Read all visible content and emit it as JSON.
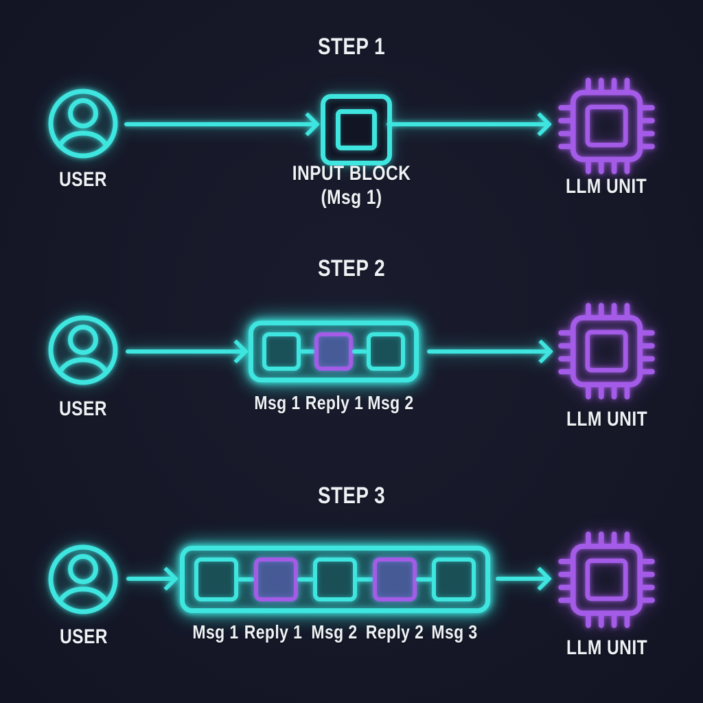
{
  "colors": {
    "background": "#161828",
    "cyan_accent": "#3FE6E0",
    "purple_accent": "#A45CE8",
    "reply_fill": "rgba(116,48,184,0.42)",
    "text": "#EEF2F5"
  },
  "icons": {
    "user": "user-icon",
    "llm": "chip-icon",
    "flow": "arrow-right-icon"
  },
  "steps": [
    {
      "title": "STEP 1",
      "user_label": "USER",
      "block": {
        "line1": "INPUT BLOCK",
        "line2": "(Msg 1)"
      },
      "llm_label": "LLM UNIT"
    },
    {
      "title": "STEP 2",
      "user_label": "USER",
      "blocks": [
        {
          "label": "Msg 1",
          "kind": "msg"
        },
        {
          "label": "Reply 1",
          "kind": "reply"
        },
        {
          "label": "Msg 2",
          "kind": "msg"
        }
      ],
      "llm_label": "LLM UNIT"
    },
    {
      "title": "STEP 3",
      "user_label": "USER",
      "blocks": [
        {
          "label": "Msg 1",
          "kind": "msg"
        },
        {
          "label": "Reply 1",
          "kind": "reply"
        },
        {
          "label": "Msg 2",
          "kind": "msg"
        },
        {
          "label": "Reply 2",
          "kind": "reply"
        },
        {
          "label": "Msg 3",
          "kind": "msg"
        }
      ],
      "llm_label": "LLM UNIT"
    }
  ]
}
